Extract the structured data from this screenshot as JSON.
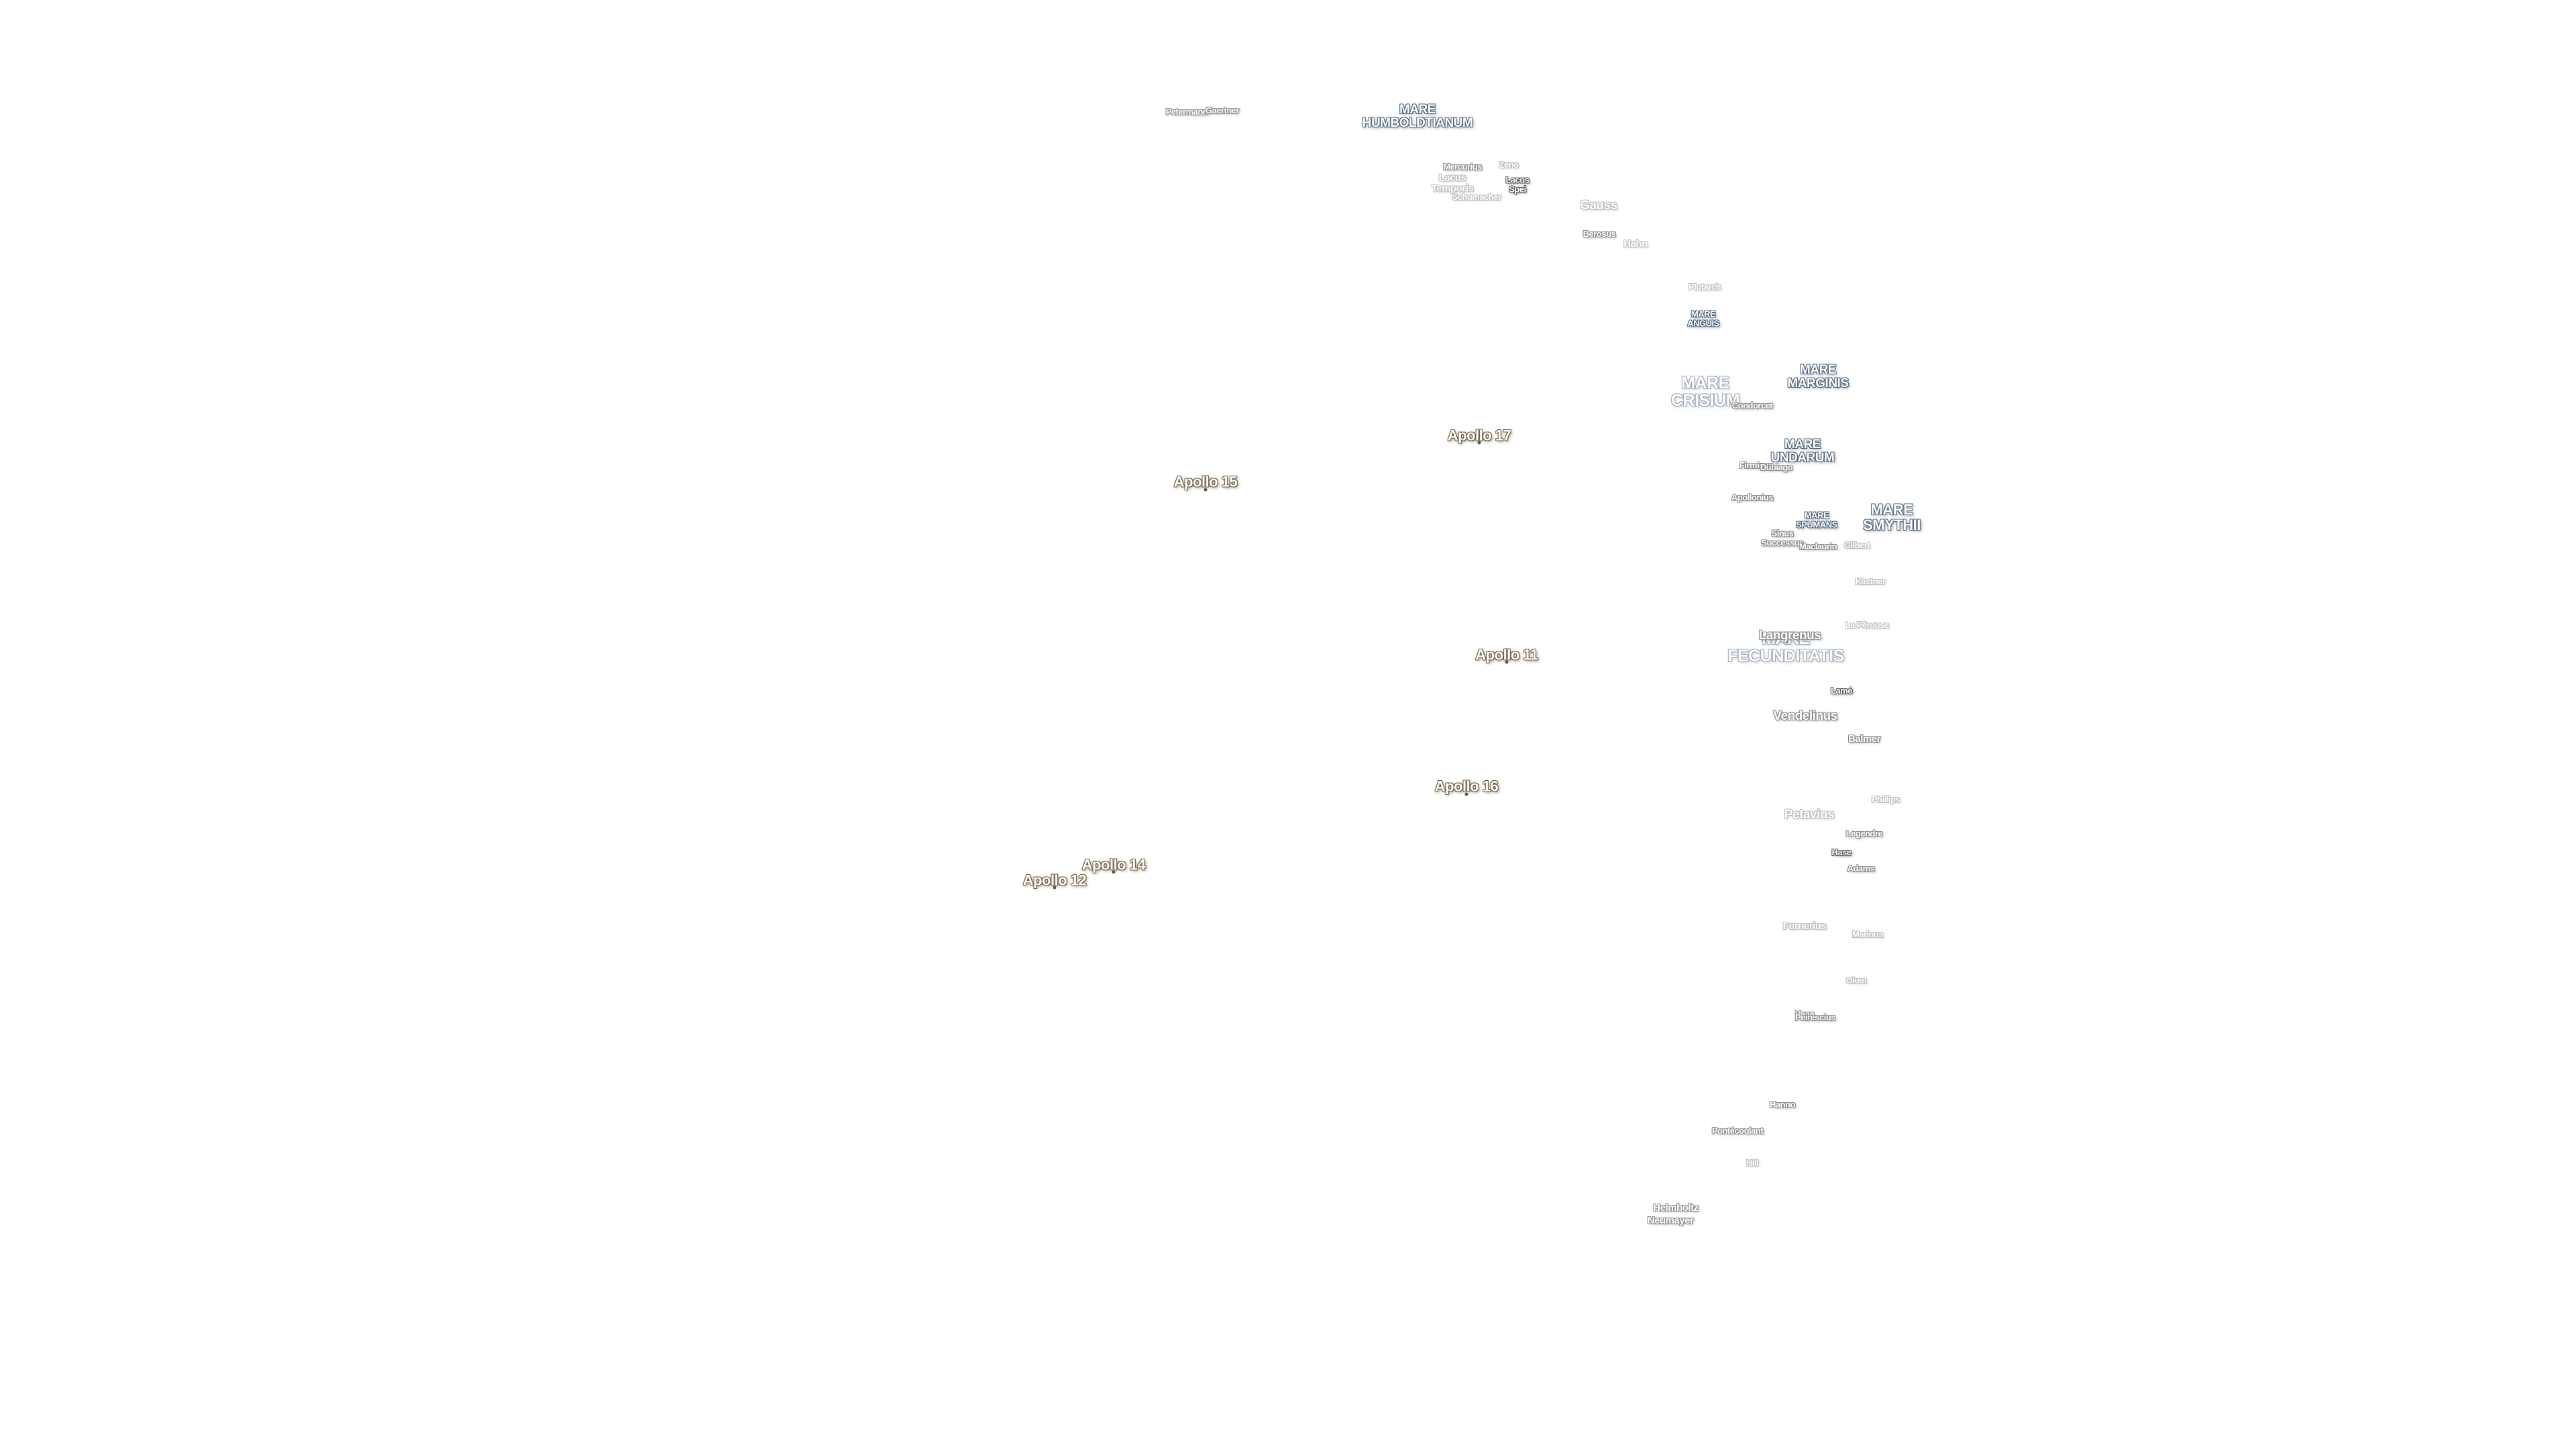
{
  "map": {
    "mare": [
      {
        "name": "MARE\nHUMBOLDTIANUM",
        "id": "mare-humboldtianum"
      },
      {
        "name": "MARE\nANGUIS",
        "id": "mare-anguis"
      },
      {
        "name": "MARE\nMARGINIS",
        "id": "mare-marginis"
      },
      {
        "name": "MARE\nCRISIUM",
        "id": "mare-crisium"
      },
      {
        "name": "MARE\nUNDARUM",
        "id": "mare-undarum"
      },
      {
        "name": "MARE\nSPUMANS",
        "id": "mare-spumans"
      },
      {
        "name": "MARE\nSMYTHII",
        "id": "mare-smythii"
      },
      {
        "name": "MARE\nFECUNDITATIS",
        "id": "mare-fecunditatis"
      }
    ],
    "craters": [
      {
        "name": "Petermann",
        "id": "petermann"
      },
      {
        "name": "Gaertner",
        "id": "gaertner"
      },
      {
        "name": "Mercurius",
        "id": "mercurius"
      },
      {
        "name": "Zeno",
        "id": "zeno"
      },
      {
        "name": "Lacus\nTemporis",
        "id": "lacus-temporis"
      },
      {
        "name": "Lacus\nSpei",
        "id": "lacus-spei"
      },
      {
        "name": "Schumacher",
        "id": "schumacher"
      },
      {
        "name": "Gauss",
        "id": "gauss"
      },
      {
        "name": "Berosus",
        "id": "berosus"
      },
      {
        "name": "Hahn",
        "id": "hahn"
      },
      {
        "name": "Plutarch",
        "id": "plutarch"
      },
      {
        "name": "Condorcet",
        "id": "condorcet"
      },
      {
        "name": "Firmicus",
        "id": "firmicus"
      },
      {
        "name": "Dubiago",
        "id": "dubiago"
      },
      {
        "name": "Apollonius",
        "id": "apollonius"
      },
      {
        "name": "Sinus\nSuccessus",
        "id": "sinus-successus"
      },
      {
        "name": "Maclaurin",
        "id": "maclaurin"
      },
      {
        "name": "Gilbert",
        "id": "gilbert"
      },
      {
        "name": "Kästner",
        "id": "kastner"
      },
      {
        "name": "Langrenus",
        "id": "langrenus"
      },
      {
        "name": "La Pérouse",
        "id": "la-perouse"
      },
      {
        "name": "Lamé",
        "id": "lame"
      },
      {
        "name": "Vendelinus",
        "id": "vendelinus"
      },
      {
        "name": "Balmer",
        "id": "balmer"
      },
      {
        "name": "Petavius",
        "id": "petavius"
      },
      {
        "name": "Phillips",
        "id": "phillips"
      },
      {
        "name": "Legendre",
        "id": "legendre"
      },
      {
        "name": "Hase",
        "id": "hase"
      },
      {
        "name": "Adams",
        "id": "adams"
      },
      {
        "name": "Furnerius",
        "id": "furnerius"
      },
      {
        "name": "Marinus",
        "id": "marinus"
      },
      {
        "name": "Oken",
        "id": "oken"
      },
      {
        "name": "Vega",
        "id": "vega"
      },
      {
        "name": "Peirescius",
        "id": "peirescius"
      },
      {
        "name": "Hanno",
        "id": "hanno"
      },
      {
        "name": "Pontécoulant",
        "id": "pontecoulant"
      },
      {
        "name": "Hill",
        "id": "hill"
      },
      {
        "name": "Helmholtz",
        "id": "helmholtz"
      },
      {
        "name": "Neumayer",
        "id": "neumayer"
      }
    ],
    "apollo": [
      {
        "name": "Apollo 17",
        "id": "apollo-17"
      },
      {
        "name": "Apollo 15",
        "id": "apollo-15"
      },
      {
        "name": "Apollo 11",
        "id": "apollo-11"
      },
      {
        "name": "Apollo 16",
        "id": "apollo-16"
      },
      {
        "name": "Apollo 14",
        "id": "apollo-14"
      },
      {
        "name": "Apollo 12",
        "id": "apollo-12"
      }
    ]
  }
}
